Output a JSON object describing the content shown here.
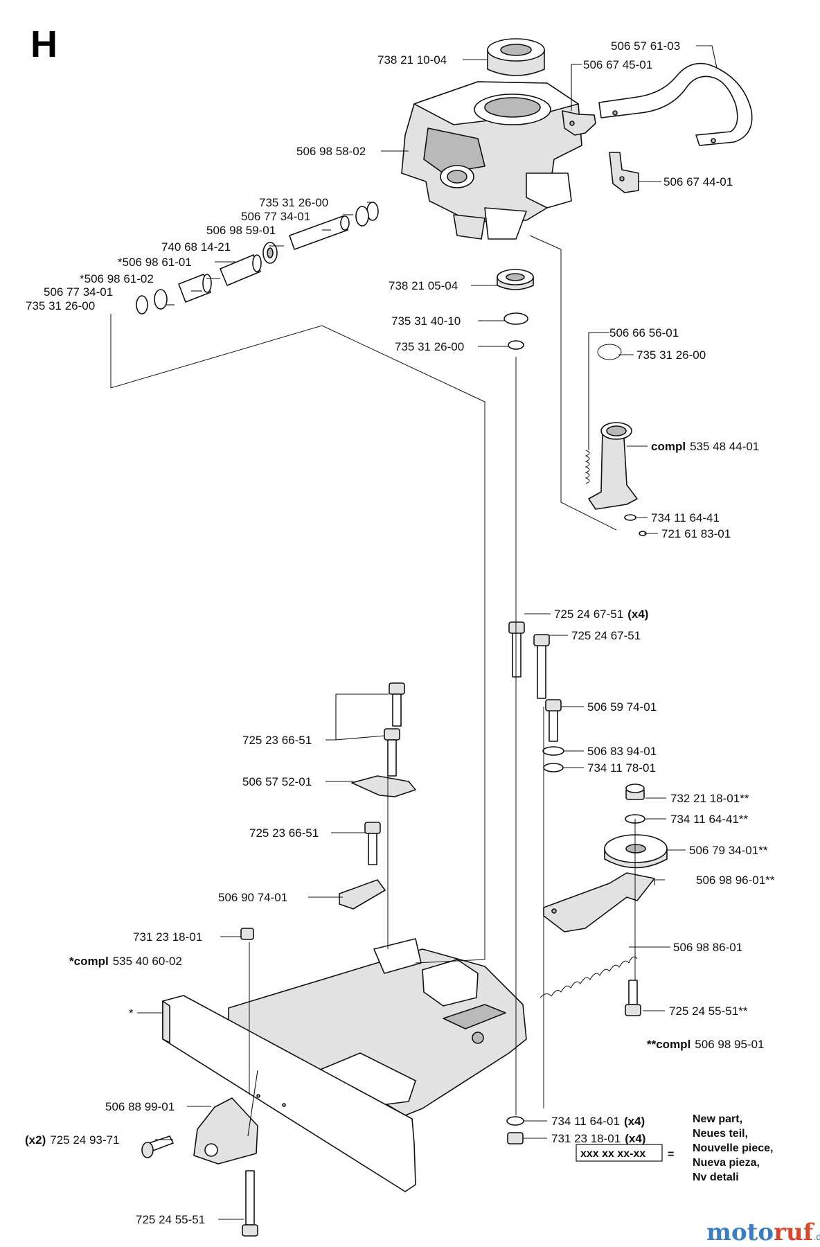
{
  "section": "H",
  "labels": {
    "l1": "506 57 61-03",
    "l2": "738 21 10-04",
    "l3": "506 67 45-01",
    "l4": "506 98 58-02",
    "l5": "506 67 44-01",
    "l6": "735 31 26-00",
    "l7": "506 77 34-01",
    "l8": "506 98 59-01",
    "l9": "740 68 14-21",
    "l10": "*506 98 61-01",
    "l11": "*506 98 61-02",
    "l12": "506 77 34-01",
    "l13": "735 31 26-00",
    "l14": "738 21 05-04",
    "l15": "735 31 40-10",
    "l16": "735 31 26-00",
    "l17": "506 66 56-01",
    "l18": "735 31 26-00",
    "l19_bold": "compl",
    "l19": "535 48 44-01",
    "l20": "734 11 64-41",
    "l21": "721 61 83-01",
    "l22": "725 24 67-51",
    "l22_bold": "(x4)",
    "l23": "725 24 67-51",
    "l24": "506 59 74-01",
    "l25": "725 23 66-51",
    "l26": "506 83 94-01",
    "l27": "734 11 78-01",
    "l28": "506 57 52-01",
    "l29": "732 21 18-01**",
    "l30": "734 11 64-41**",
    "l31": "725 23 66-51",
    "l32": "506 79 34-01**",
    "l33": "506 90 74-01",
    "l34": "506 98 96-01**",
    "l35": "731 23 18-01",
    "l36_bold": "*compl",
    "l36": "535 40 60-02",
    "l37": "506 98 86-01",
    "l38": "*",
    "l39": "725 24 55-51**",
    "l40_bold": "**compl",
    "l40": "506 98 95-01",
    "l41": "506 88 99-01",
    "l42": "734 11 64-01",
    "l42_bold": "(x4)",
    "l43_bold": "(x2)",
    "l43": "725 24 93-71",
    "l44": "731 23 18-01",
    "l44_bold": "(x4)",
    "l45": "725 24 55-51"
  },
  "legend": {
    "box": "xxx xx xx-xx",
    "equals": "=",
    "lines": [
      "New part,",
      "Neues teil,",
      "Nouvelle piece,",
      "Nueva pieza,",
      "Nv detali"
    ]
  },
  "watermark": {
    "part1": "moto",
    "part2": "ruf",
    "suffix": ".de"
  }
}
